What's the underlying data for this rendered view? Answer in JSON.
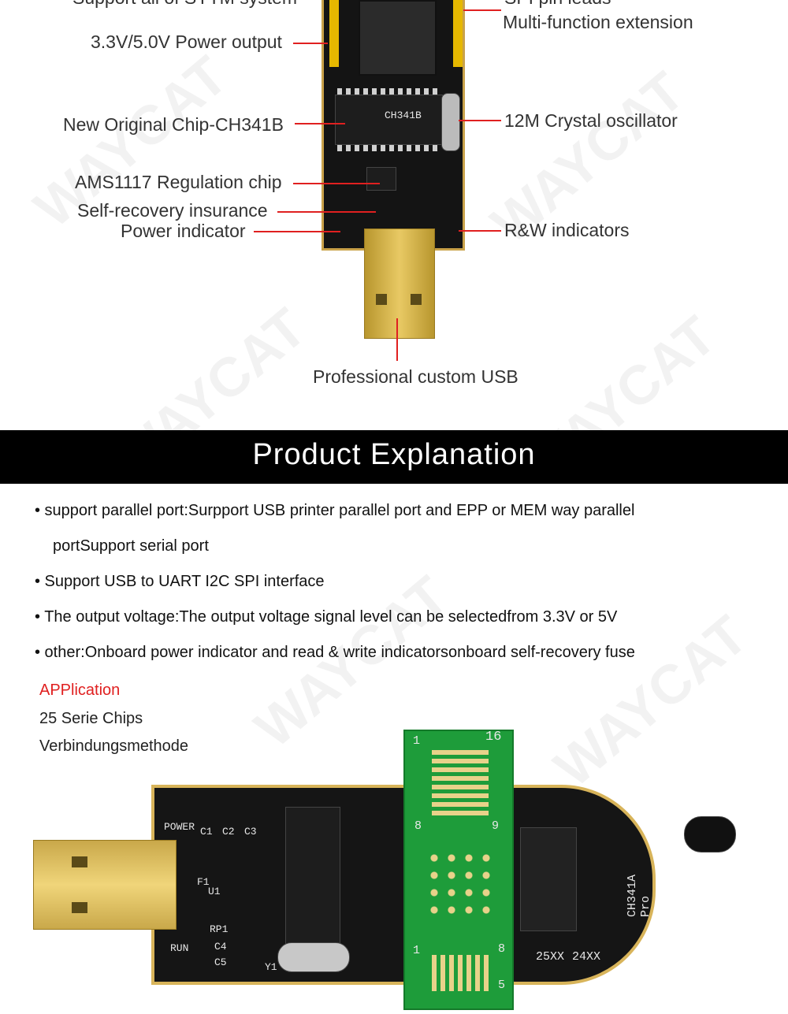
{
  "callouts": {
    "top_cut": "Support all of SYTM system",
    "spi_cut": "SPI pin leads",
    "multi_function": "Multi-function extension",
    "power_output": "3.3V/5.0V Power output",
    "chip": "New Original Chip-CH341B",
    "crystal": "12M Crystal oscillator",
    "ams": "AMS1117 Regulation chip",
    "insurance": "Self-recovery insurance",
    "power_indicator": "Power indicator",
    "rw_indicators": "R&W indicators",
    "usb": "Professional custom USB"
  },
  "banner": {
    "title": "Product Explanation"
  },
  "bullets": [
    "• support parallel port:Surpport USB printer parallel port and EPP or  MEM way parallel",
    "portSupport serial port",
    "• Support USB to UART I2C SPI interface",
    "• The output voltage:The output voltage signal level can be selectedfrom 3.3V or 5V",
    "• other:Onboard power indicator and read & write indicatorsonboard self-recovery fuse"
  ],
  "application": {
    "heading": "APPlication",
    "line1": "25 Serie Chips",
    "line2": "Verbindungsmethode"
  },
  "board_silk": {
    "power": "POWER",
    "c1": "C1",
    "c2": "C2",
    "c3": "C3",
    "f1": "F1",
    "u1": "U1",
    "rp1": "RP1",
    "run": "RUN",
    "c4": "C4",
    "c5": "C5",
    "y1": "Y1",
    "model": "CH341A Pro",
    "slot_25": "25XX",
    "slot_24": "24XX",
    "chip_text": "CH341B"
  },
  "adapter_silk": {
    "n1": "1",
    "n16": "16",
    "n8": "8",
    "n9": "9",
    "n1b": "1",
    "n8b": "8",
    "n5": "5"
  },
  "watermark": "WAYCAT",
  "colors": {
    "accent_red": "#e02020",
    "banner_bg": "#000000",
    "gold": "#d8b45a",
    "pcb": "#151515",
    "adapter_green": "#1e9c3a"
  }
}
